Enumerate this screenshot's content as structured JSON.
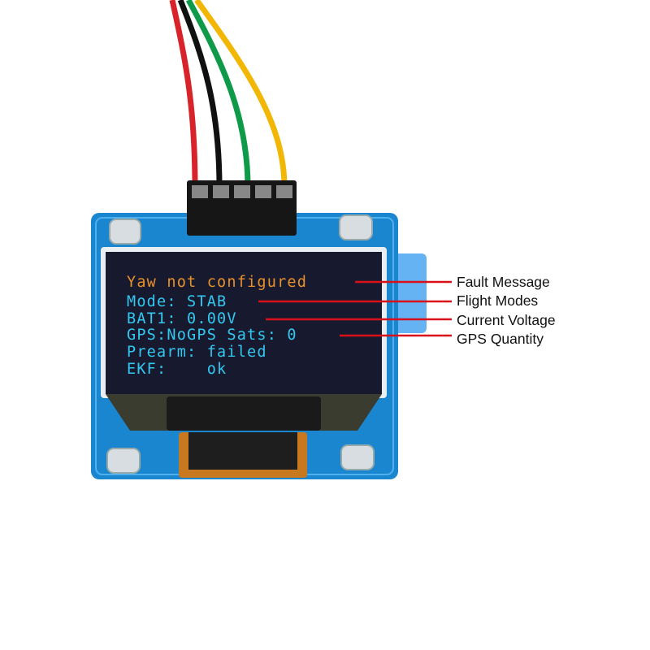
{
  "oled_screen": {
    "lines": [
      "Yaw not configured",
      "Mode: STAB",
      "BAT1: 0.00V",
      "GPS:NoGPS Sats: 0",
      "Prearm: failed",
      "EKF:    ok"
    ],
    "fault_color": "#e8902a",
    "text_color": "#33c8f0"
  },
  "callouts": [
    {
      "label": "Fault Message"
    },
    {
      "label": "Flight Modes"
    },
    {
      "label": "Current Voltage"
    },
    {
      "label": "GPS Quantity"
    }
  ],
  "colors": {
    "board": "#1b86d0",
    "callout_line": "#d9101a",
    "wires": [
      "#d8232a",
      "#111111",
      "#0f9a4a",
      "#f2b705"
    ]
  }
}
